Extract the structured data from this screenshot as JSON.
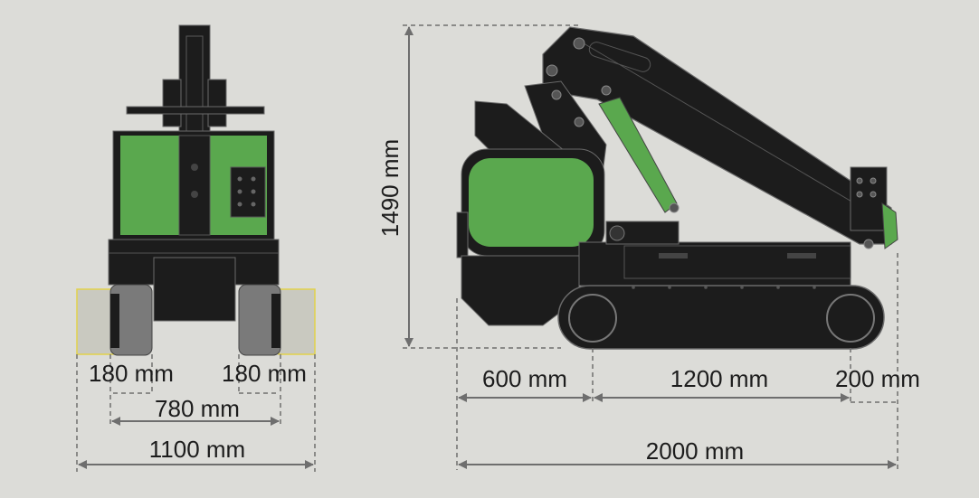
{
  "colors": {
    "background": "#dcdcd8",
    "machine_dark": "#1c1c1c",
    "machine_outline": "#6a6a6a",
    "accent_green": "#5aa84e",
    "track_grey": "#7a7a7a",
    "track_outer": "#c9c9c0",
    "track_outline": "#e2d24a",
    "dimension_line": "#6e6e6e"
  },
  "front_view": {
    "label_track_width_left": "180 mm",
    "label_track_width_right": "180 mm",
    "label_inner_width": "780 mm",
    "label_total_width": "1100 mm"
  },
  "side_view": {
    "label_height": "1490 mm",
    "label_front_section": "600 mm",
    "label_track_length": "1200 mm",
    "label_rear_section": "200 mm",
    "label_total_length": "2000 mm"
  }
}
